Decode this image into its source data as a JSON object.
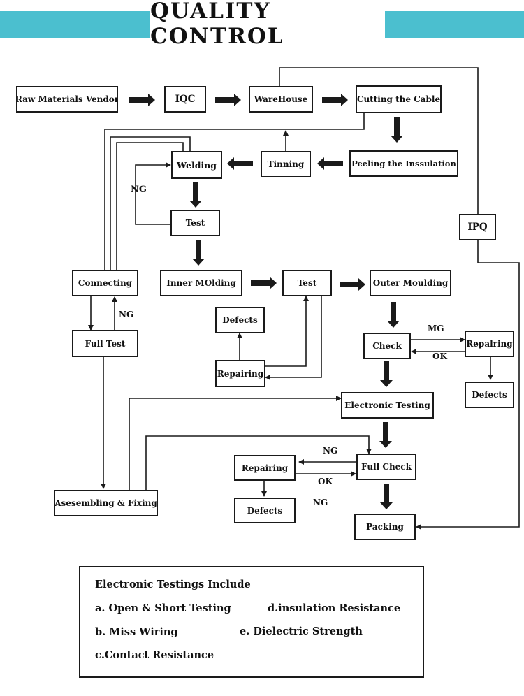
{
  "title": "QUALITY CONTROL",
  "colors": {
    "accent": "#4bbfcf",
    "line": "#1a1a1a"
  },
  "nodes": {
    "raw_materials_vendor": "Raw Materials Vendor",
    "iqc": "IQC",
    "warehouse": "WareHouse",
    "cutting_cable": "Cutting the Cable",
    "peeling": "Peeling the Inssulation",
    "tinning": "Tinning",
    "welding": "Welding",
    "test_1": "Test",
    "ipq": "IPQ",
    "connecting": "Connecting",
    "inner_molding": "Inner MOlding",
    "test_2": "Test",
    "outer_moulding": "Outer Moulding",
    "defects_1": "Defects",
    "repairing_1": "Repairing",
    "full_test": "Full Test",
    "check": "Check",
    "repairing_2": "Repalring",
    "defects_2": "Defects",
    "electronic_testing": "Electronic Testing",
    "repairing_3": "Repairing",
    "full_check": "Full Check",
    "defects_3": "Defects",
    "assembling": "Asesembling & Fixing",
    "packing": "Packing"
  },
  "edge_labels": {
    "ng_welding": "NG",
    "ng_full_test": "NG",
    "mg_check": "MG",
    "ok_check": "OK",
    "ng_full_check_top": "NG",
    "ok_full_check": "OK",
    "ng_full_check_bottom": "NG"
  },
  "notes": {
    "heading": "Electronic Testings Include",
    "a": "a. Open & Short Testing",
    "b": "b. Miss Wiring",
    "c": "c.Contact Resistance",
    "d": "d.insulation Resistance",
    "e": "e. Dielectric Strength"
  }
}
